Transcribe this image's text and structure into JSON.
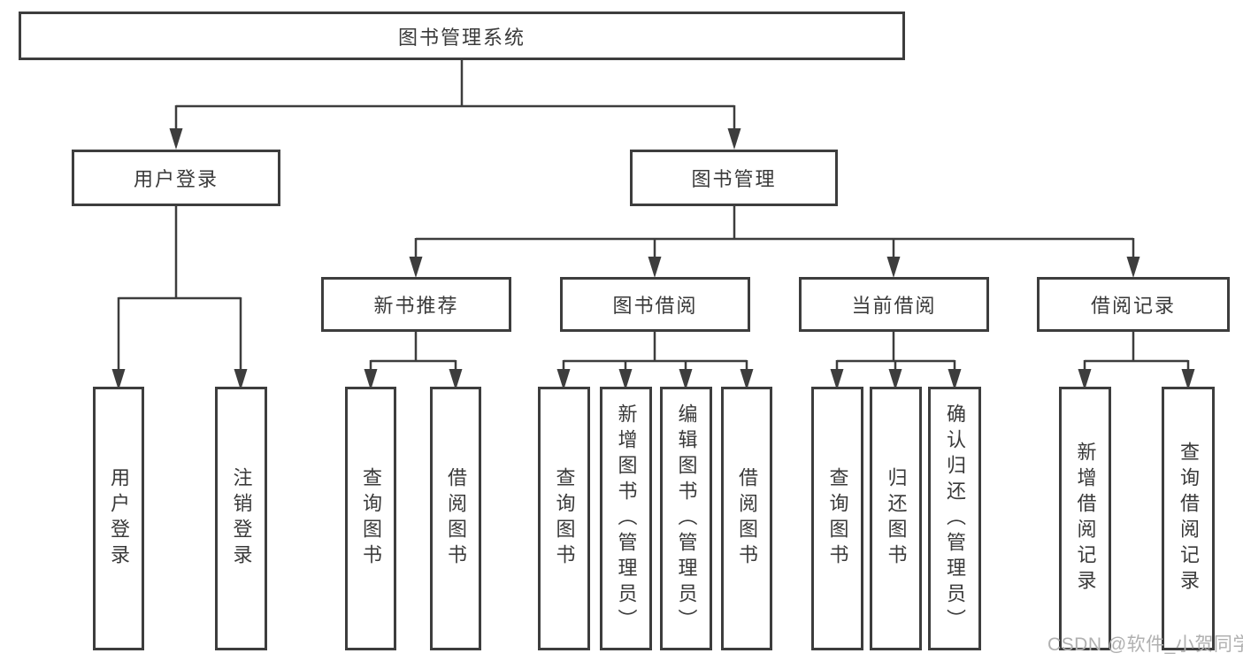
{
  "tree": {
    "root": {
      "label": "图书管理系统"
    },
    "branches": [
      {
        "label": "用户登录",
        "leaves": [
          {
            "label": "用户登录"
          },
          {
            "label": "注销登录"
          }
        ]
      },
      {
        "label": "图书管理",
        "groups": [
          {
            "label": "新书推荐",
            "leaves": [
              {
                "label": "查询图书"
              },
              {
                "label": "借阅图书"
              }
            ]
          },
          {
            "label": "图书借阅",
            "leaves": [
              {
                "label": "查询图书"
              },
              {
                "label": "新增图书（管理员）"
              },
              {
                "label": "编辑图书（管理员）"
              },
              {
                "label": "借阅图书"
              }
            ]
          },
          {
            "label": "当前借阅",
            "leaves": [
              {
                "label": "查询图书"
              },
              {
                "label": "归还图书"
              },
              {
                "label": "确认归还（管理员）"
              }
            ]
          },
          {
            "label": "借阅记录",
            "leaves": [
              {
                "label": "新增借阅记录"
              },
              {
                "label": "查询借阅记录"
              }
            ]
          }
        ]
      }
    ]
  },
  "watermark": "CSDN @软件_小贺同学",
  "colors": {
    "line": "#3d3d3d",
    "text": "#3a3a3a",
    "background": "#ffffff",
    "watermark": "#b0b0b0"
  }
}
